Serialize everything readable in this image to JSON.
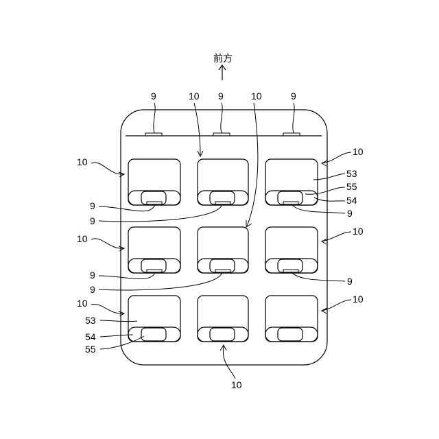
{
  "direction_label": "前方",
  "labels": {
    "top_9_left": "9",
    "top_10_a": "10",
    "top_9_mid": "9",
    "top_10_b": "10",
    "top_9_right": "9",
    "r1_left_10": "10",
    "r1_right_10": "10",
    "r1_right_53": "53",
    "r1_right_55": "55",
    "r1_right_54": "54",
    "r1_right_9": "9",
    "r1_left_9a": "9",
    "r1_left_9b": "9",
    "r2_left_10": "10",
    "r2_right_10": "10",
    "r2_left_9a": "9",
    "r2_left_9b": "9",
    "r2_right_9": "9",
    "r3_left_10": "10",
    "r3_left_53": "53",
    "r3_left_54": "54",
    "r3_left_55": "55",
    "r3_right_10": "10",
    "bottom_10": "10"
  }
}
